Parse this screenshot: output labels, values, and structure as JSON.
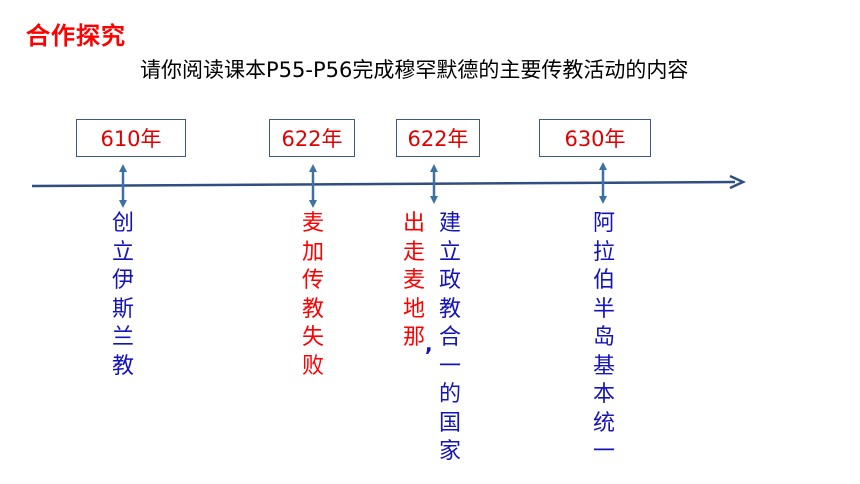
{
  "header": {
    "title": "合作探究",
    "instruction": "请你阅读课本P55-P56完成穆罕默德的主要传教活动的内容"
  },
  "timeline": {
    "years": [
      "610年",
      "622年",
      "622年",
      "630年"
    ],
    "events": [
      {
        "text": "创立伊斯兰教",
        "color": "blue"
      },
      {
        "text": "麦加传教失败",
        "color": "red"
      },
      {
        "text": "出走麦地那",
        "color": "red"
      },
      {
        "text": "建立政教合一的国家",
        "color": "blue"
      },
      {
        "text": "阿拉伯半岛基本统一",
        "color": "blue"
      }
    ],
    "separator": ","
  },
  "colors": {
    "title": "#ff0000",
    "year_text": "#e00000",
    "box_border": "#3b5b84",
    "axis": "#2f4f80",
    "arrow": "#3e6fa5",
    "blue_text": "#1414b8",
    "red_text": "#ff0000"
  }
}
